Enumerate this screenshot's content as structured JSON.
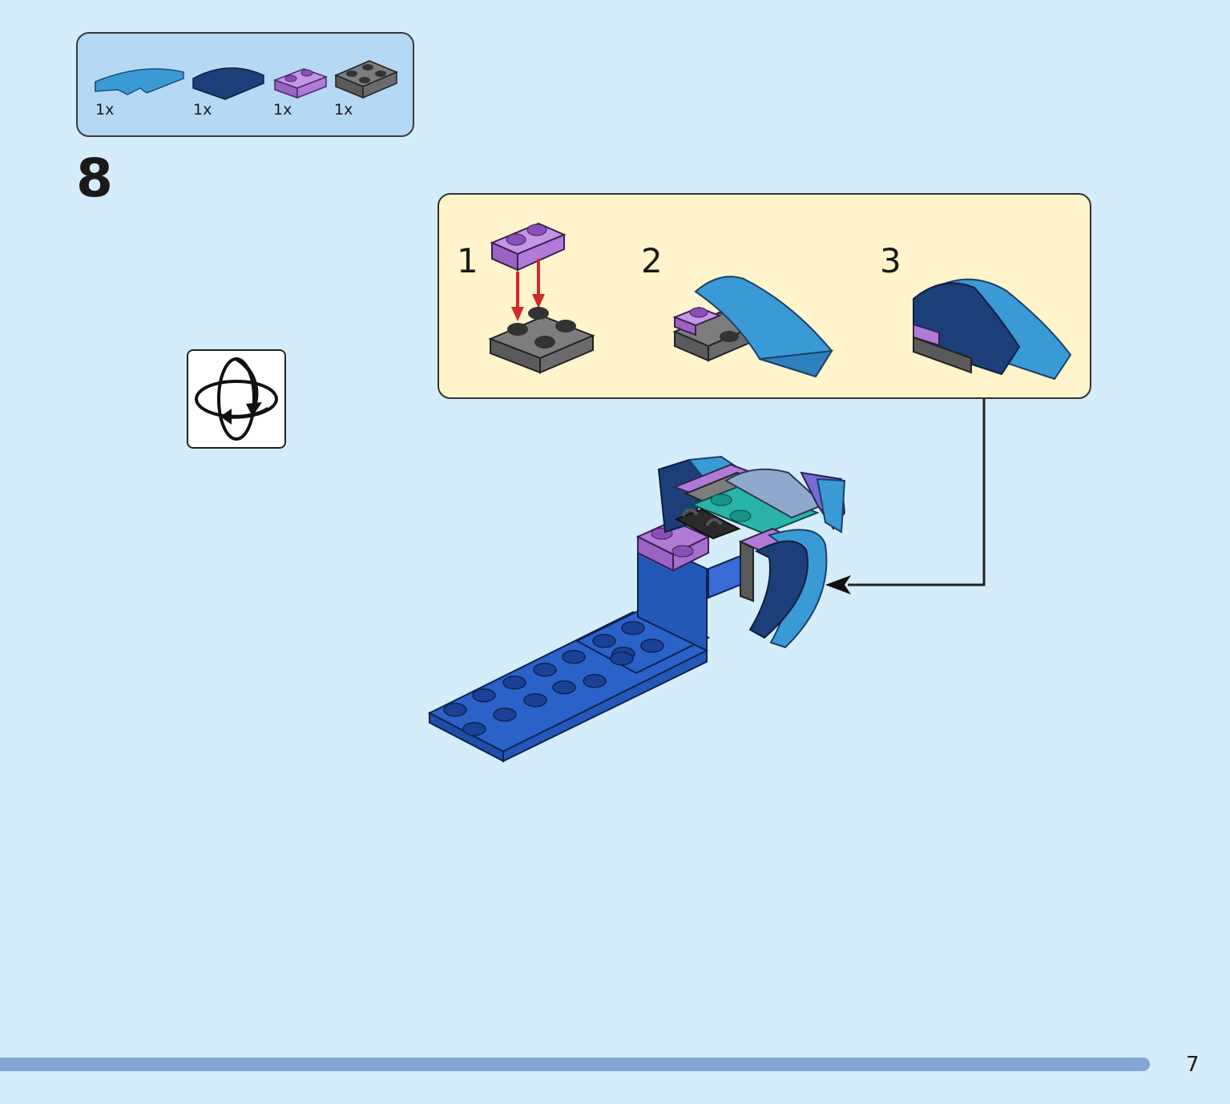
{
  "parts_list": {
    "items": [
      {
        "name": "light-blue-curved-slope",
        "color": "#3a9ad6",
        "qty": "1x"
      },
      {
        "name": "dark-blue-curved-slope",
        "color": "#1c3f7a",
        "qty": "1x"
      },
      {
        "name": "purple-plate-1x2",
        "color": "#b07ad6",
        "qty": "1x"
      },
      {
        "name": "dark-gray-plate-2x2",
        "color": "#6b6b6b",
        "qty": "1x"
      }
    ]
  },
  "step": {
    "number": "8"
  },
  "rotate_icon": "rotate-model-icon",
  "sub_assembly": {
    "steps": [
      {
        "number": "1"
      },
      {
        "number": "2"
      },
      {
        "number": "3"
      }
    ]
  },
  "colors": {
    "background": "#d5ecfb",
    "parts_box": "#b5d8f4",
    "sub_panel": "#fff4cc",
    "arrow_red": "#d02a2a",
    "progress": "#85a6d8"
  },
  "page": {
    "number": "7"
  }
}
